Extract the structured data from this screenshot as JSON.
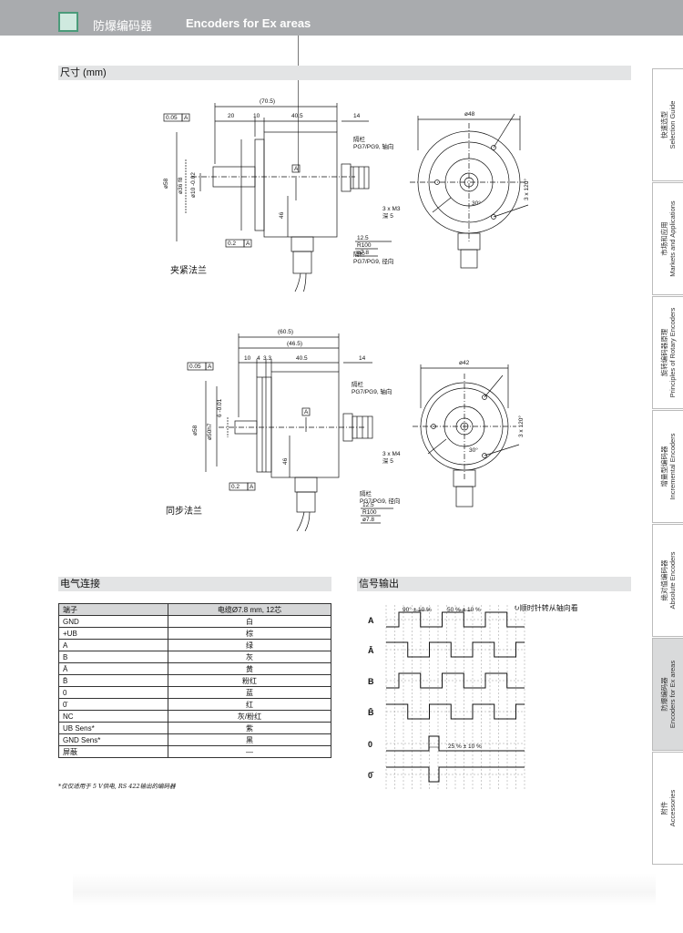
{
  "header": {
    "title_cn": "防爆编码器",
    "title_en": "Encoders for Ex areas"
  },
  "sections": {
    "dimensions": "尺寸 (mm)",
    "electrical": "电气连接",
    "signal": "信号输出"
  },
  "drawing1": {
    "caption": "夹紧法兰",
    "dims": {
      "total": "(70.5)",
      "d20": "20",
      "d10": "10",
      "d405": "40.5",
      "d14": "14",
      "d48": "ø48",
      "d58": "ø58",
      "d36": "ø36 f8",
      "d10f": "ø10 -0.02",
      "h46": "46",
      "tol1": "0.05",
      "tol2": "0.2",
      "datum": "A",
      "r125": "12.5",
      "r100": "R100",
      "d78": "ø7.8",
      "angle": "3 x 120°",
      "a30": "30°"
    },
    "notes": {
      "gland_axial_1": "隔栏",
      "gland_axial_2": "PG7/PG9, 轴向",
      "gland_radial_1": "隔栏",
      "gland_radial_2": "PG7/PG9, 径向",
      "screw_1": "3 x M3",
      "screw_2": "深 5"
    }
  },
  "drawing2": {
    "caption": "同步法兰",
    "dims": {
      "total": "(60.5)",
      "sub": "(46.5)",
      "d10": "10",
      "d4": "4",
      "d33": "3.3",
      "d405": "40.5",
      "d14": "14",
      "d42": "ø42",
      "d58": "ø58",
      "d50": "ø50h7",
      "d6": "6 -0.01",
      "h46": "46",
      "tol1": "0.05",
      "tol2": "0.2",
      "datum": "A",
      "r125": "12.5",
      "r100": "R100",
      "d78": "ø7.8",
      "angle": "3 x 120°",
      "a30": "30°"
    },
    "notes": {
      "gland_axial_1": "隔栏",
      "gland_axial_2": "PG7/PG9, 轴向",
      "gland_radial_1": "隔栏",
      "gland_radial_2": "PG7/PG9, 径向",
      "screw_1": "3 x M4",
      "screw_2": "深 5"
    }
  },
  "terminal_table": {
    "headers": [
      "端子",
      "电缆Ø7.8 mm, 12芯"
    ],
    "rows": [
      [
        "GND",
        "白"
      ],
      [
        "+UB",
        "棕"
      ],
      [
        "A",
        "绿"
      ],
      [
        "B",
        "灰"
      ],
      [
        "Ā",
        "黄"
      ],
      [
        "B̄",
        "粉红"
      ],
      [
        "0",
        "蓝"
      ],
      [
        "0̄",
        "红"
      ],
      [
        "NC",
        "灰/粉红"
      ],
      [
        "UB Sens*",
        "紫"
      ],
      [
        "GND Sens*",
        "黑"
      ],
      [
        "屏蔽",
        "—"
      ]
    ]
  },
  "footnote": "*仅仅适用于 5 V供电, RS 422输出的编码器",
  "signal": {
    "legend": "↻顺时针转从轴向看",
    "channels": [
      "A",
      "Ā",
      "B",
      "B̄",
      "0",
      "0̄"
    ],
    "dim_90": "90° ± 10 %",
    "dim_50": "50 % ± 10 %",
    "dim_25": "25 % ± 10 %"
  },
  "sidebar": [
    {
      "cn": "快速选型",
      "en": "Selection Guide",
      "active": false
    },
    {
      "cn": "市场和应用",
      "en": "Markets and Applications",
      "active": false
    },
    {
      "cn": "旋转编码器原理",
      "en": "Principles of Rotary Encoders",
      "active": false
    },
    {
      "cn": "增量型编码器",
      "en": "Incremental Encoders",
      "active": false
    },
    {
      "cn": "绝对值编码器",
      "en": "Absolute Encoders",
      "active": false
    },
    {
      "cn": "防爆编码器",
      "en": "Encoders for Ex areas",
      "active": true
    },
    {
      "cn": "附件",
      "en": "Accessories",
      "active": false
    }
  ]
}
